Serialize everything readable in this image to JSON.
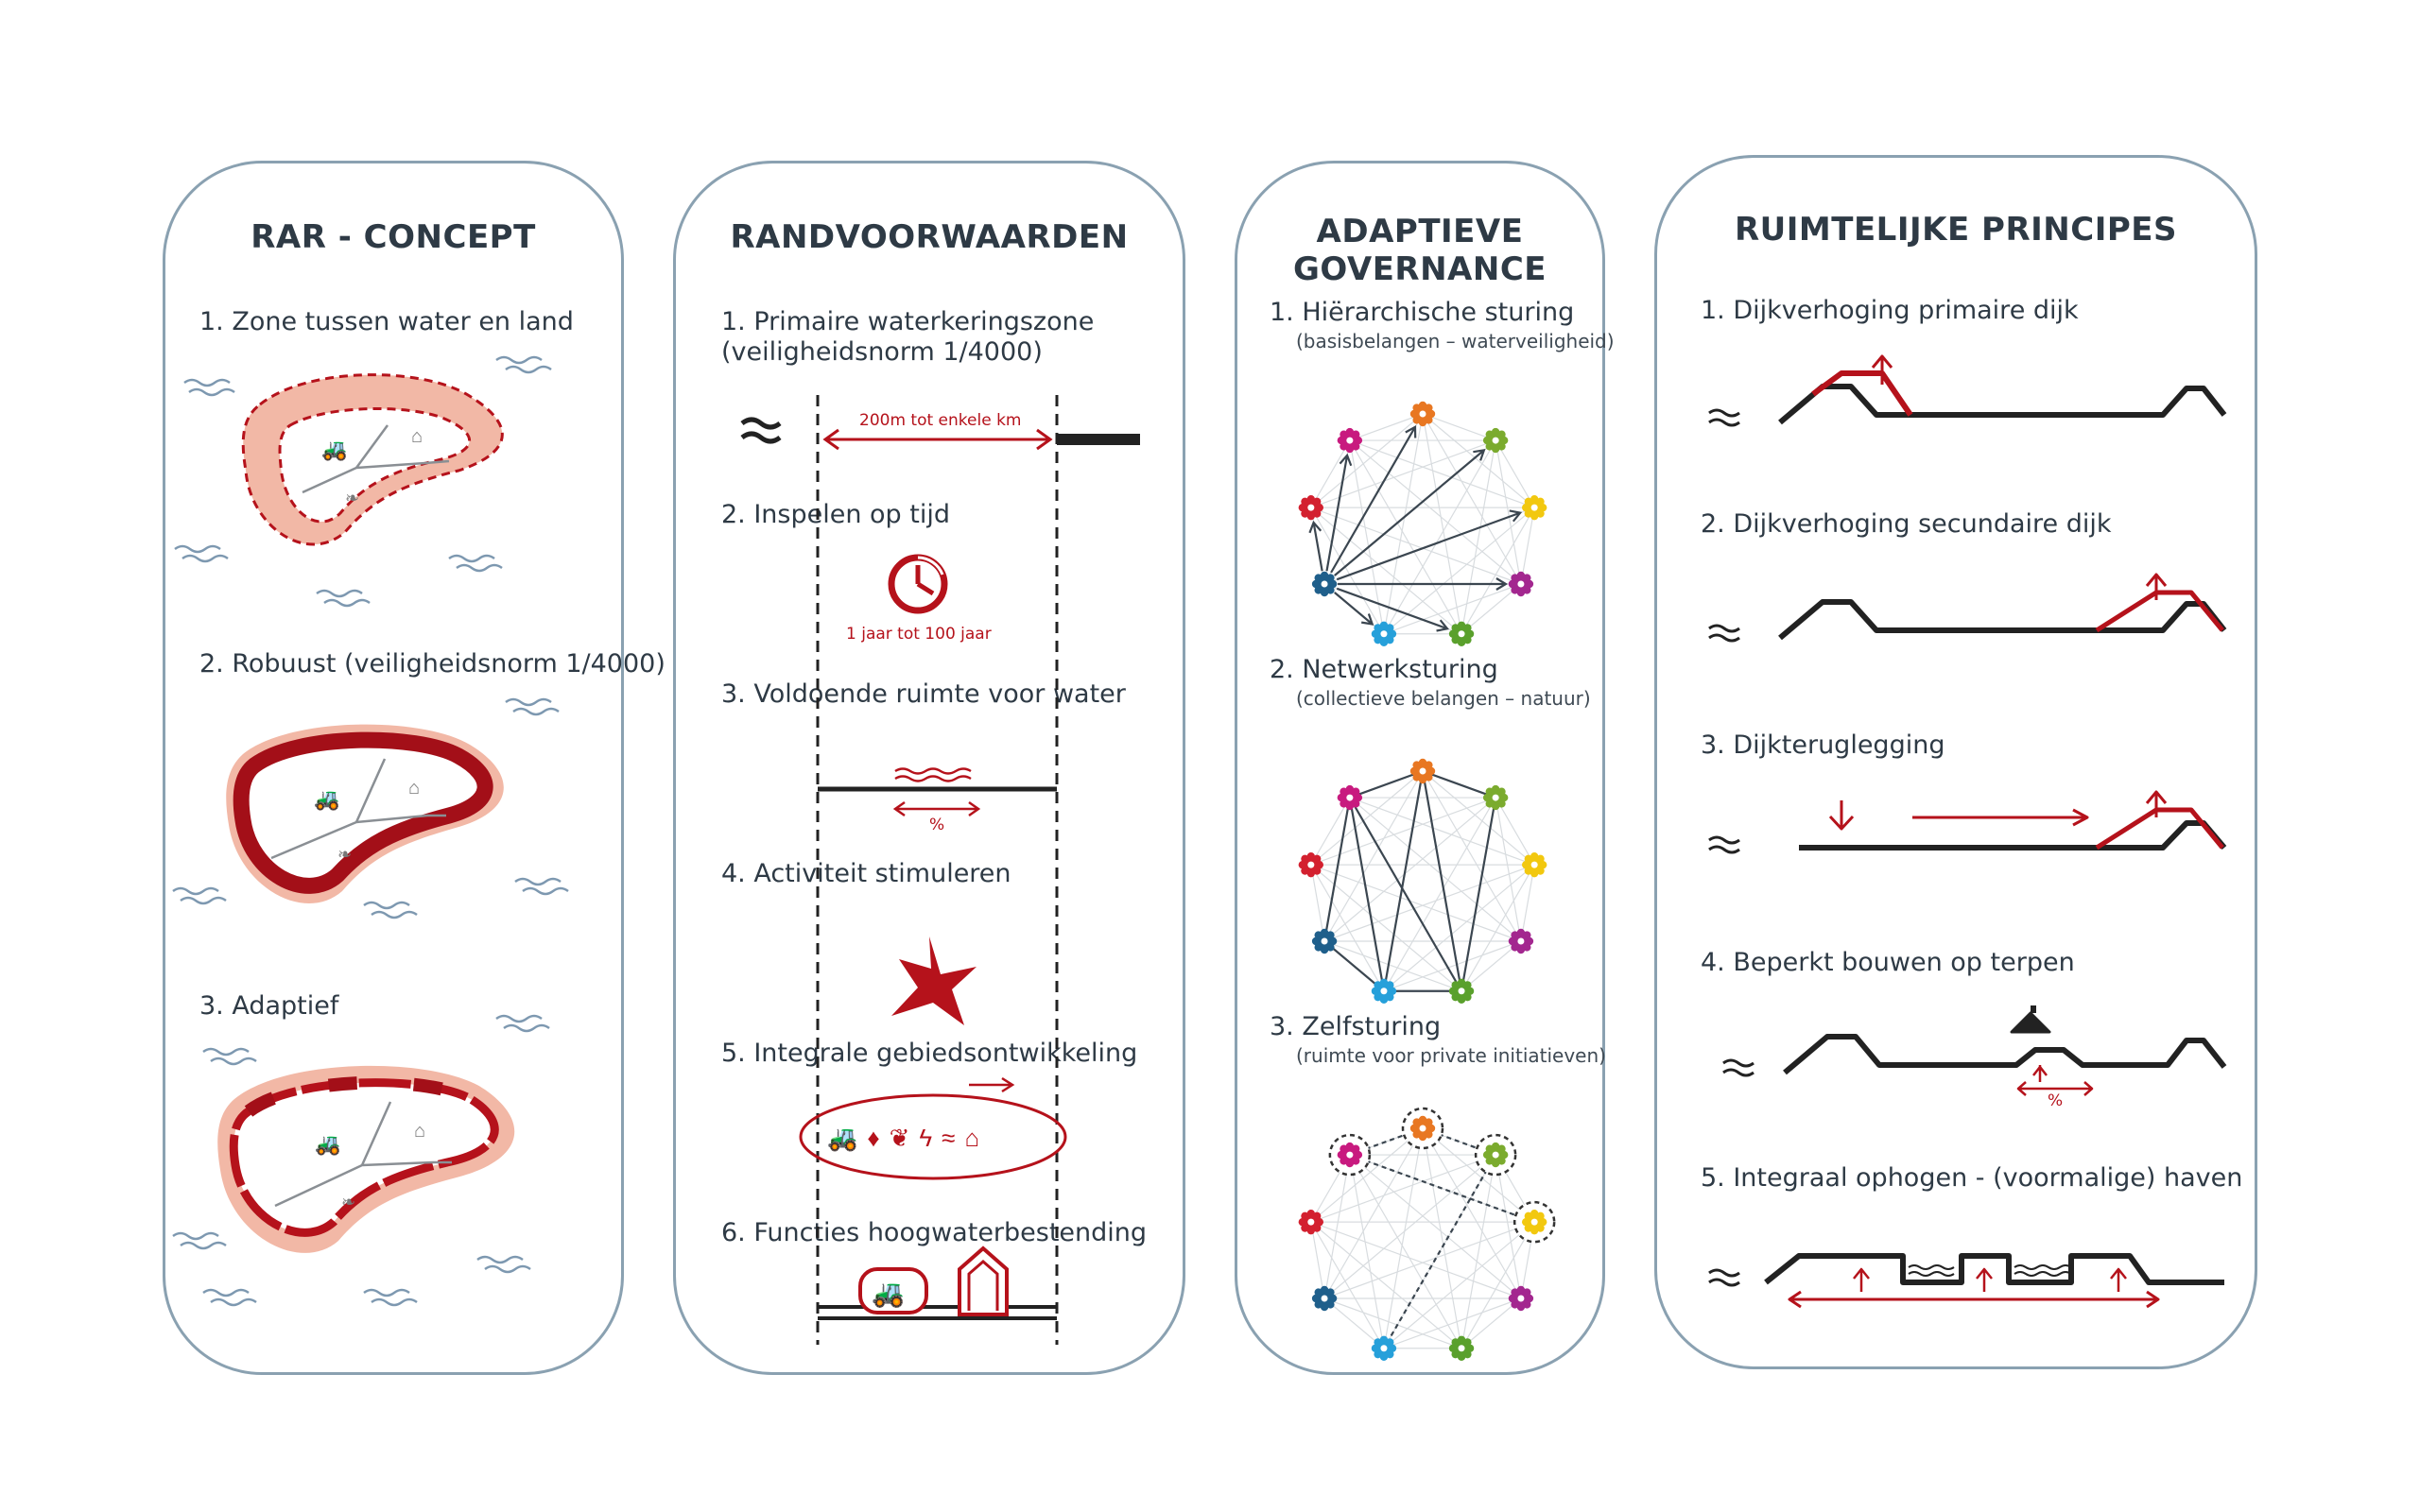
{
  "panels": {
    "rar": {
      "title": "RAR - CONCEPT",
      "items": [
        "1. Zone tussen water en land",
        "2. Robuust (veiligheidsnorm 1/4000)",
        "3. Adaptief"
      ]
    },
    "rand": {
      "title": "RANDVOORWAARDEN",
      "items": [
        "1. Primaire waterkeringszone",
        "(veiligheidsnorm 1/4000)",
        "2. Inspelen op tijd",
        "3. Voldoende ruimte voor water",
        "4. Activiteit stimuleren",
        "5. Integrale gebiedsontwikkeling",
        "6. Functies hoogwaterbestending"
      ],
      "annotations": {
        "distance": "200m tot enkele km",
        "time": "1 jaar tot 100 jaar",
        "percent": "%"
      }
    },
    "gov": {
      "title_line1": "ADAPTIEVE",
      "title_line2": "GOVERNANCE",
      "items": [
        {
          "label": "1. Hiërarchische sturing",
          "sub": "(basisbelangen – waterveiligheid)"
        },
        {
          "label": "2. Netwerksturing",
          "sub": "(collectieve belangen – natuur)"
        },
        {
          "label": "3. Zelfsturing",
          "sub": "(ruimte voor private initiatieven)"
        }
      ],
      "node_colors": [
        "#e87722",
        "#7bab2e",
        "#f2c80f",
        "#a3278f",
        "#5aa02c",
        "#26a0da",
        "#1f5f8b",
        "#d3202f",
        "#c81a7f"
      ]
    },
    "ruim": {
      "title": "RUIMTELIJKE PRINCIPES",
      "items": [
        "1. Dijkverhoging primaire dijk",
        "2. Dijkverhoging secundaire dijk",
        "3. Dijkteruglegging",
        "4. Beperkt bouwen op terpen",
        "5. Integraal ophogen - (voormalige) haven"
      ],
      "percent": "%"
    }
  },
  "colors": {
    "accent_red": "#b5121b",
    "light_red": "#f2b8a6",
    "dark_text": "#2e3a45",
    "border": "#8aa1b1",
    "wave": "#7d98b0"
  }
}
